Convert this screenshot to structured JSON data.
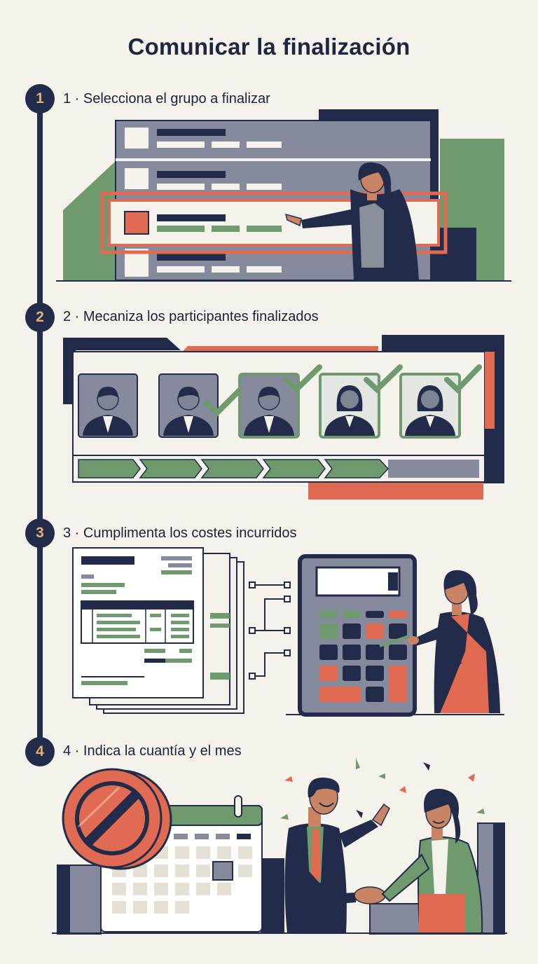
{
  "title": "Comunicar la finalización",
  "colors": {
    "navy": "#222c4a",
    "green": "#6f9a6d",
    "coral": "#e06b52",
    "gray": "#7a8092",
    "cream": "#f4f2ea"
  },
  "steps": [
    {
      "number": "1",
      "label": "1 · Selecciona el grupo a finalizar",
      "icon": "highlighted-table-row-presenter"
    },
    {
      "number": "2",
      "label": "2 · Mecaniza los participantes finalizados",
      "icon": "participant-portraits-checkmarks-progress"
    },
    {
      "number": "3",
      "label": "3 · Cumplimenta los costes incurridos",
      "icon": "cost-documents-calculator"
    },
    {
      "number": "4",
      "label": "4 · Indica la cuantía y el mes",
      "icon": "coin-calendar-handshake"
    }
  ]
}
